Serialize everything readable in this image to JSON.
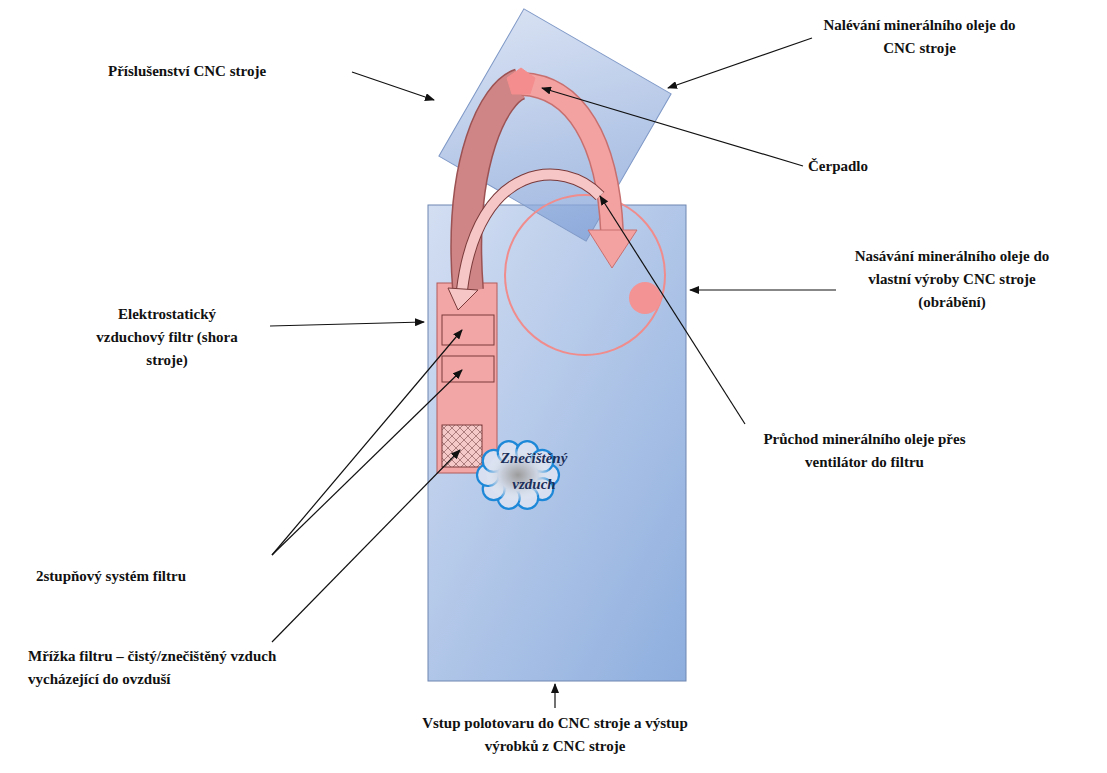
{
  "diagram": {
    "nodes": [
      {
        "text": [
          "Znečištěný vzduch"
        ]
      }
    ],
    "edges": [],
    "labels": [
      "Příslušenství CNC stroje",
      "Nalévání minerálního oleje do CNC stroje",
      "Čerpadlo",
      "Nasávání minerálního oleje do vlastní výroby CNC stroje (obrábění)",
      "Elektrostatický vzduchový filtr (shora stroje)",
      "Průchod minerálního oleje přes ventilátor do filtru",
      "2stupňový systém filtru",
      "Mřížka filtru – čistý/znečištěný vzduch vycházející do ovzduší",
      "Vstup polotovaru do CNC stroje a výstup výrobků z CNC stroje"
    ]
  }
}
